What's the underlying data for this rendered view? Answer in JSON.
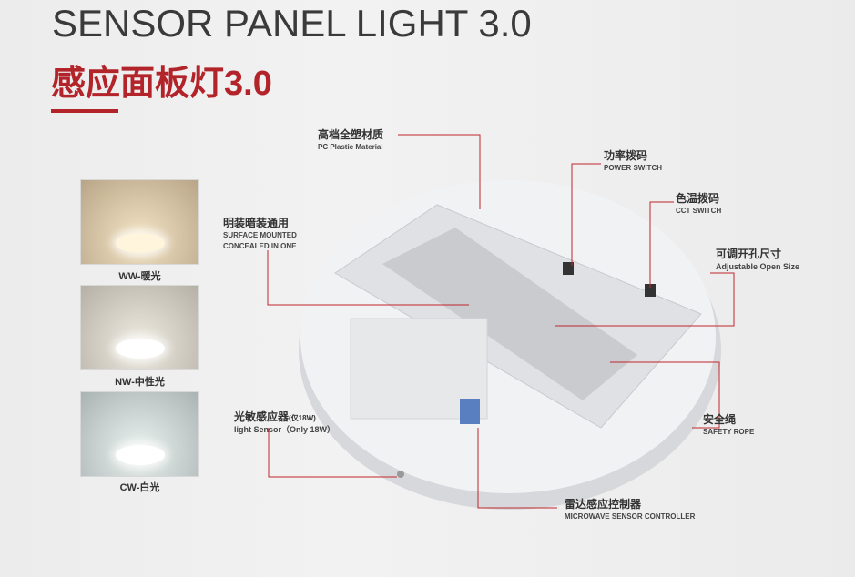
{
  "header": {
    "title_en": "SENSOR PANEL LIGHT  3.0",
    "title_cn": "感应面板灯3.0"
  },
  "swatches": [
    {
      "label": "WW-暖光",
      "color": "#d8c4a2"
    },
    {
      "label": "NW-中性光",
      "color": "#cfcac0"
    },
    {
      "label": "CW-白光",
      "color": "#c4ccca"
    }
  ],
  "callouts": {
    "material": {
      "cn": "高档全塑材质",
      "en": "PC Plastic Material"
    },
    "mount": {
      "cn": "明装暗装通用",
      "en1": "SURFACE MOUNTED",
      "en2": "CONCEALED IN ONE"
    },
    "power": {
      "cn": "功率拨码",
      "en": "POWER SWITCH"
    },
    "cct": {
      "cn": "色温拨码",
      "en": "CCT SWITCH"
    },
    "open": {
      "cn": "可调开孔尺寸",
      "en": "Adjustable Open Size"
    },
    "rope": {
      "cn": "安全绳",
      "en": "SAFETY ROPE"
    },
    "sensor": {
      "cn": "光敏感应器",
      "cn_note": "(仅18W)",
      "en": "light Sensor（Only 18W）"
    },
    "microwave": {
      "cn": "雷达感应控制器",
      "en": "MICROWAVE SENSOR CONTROLLER"
    }
  },
  "colors": {
    "accent": "#b3242a"
  }
}
